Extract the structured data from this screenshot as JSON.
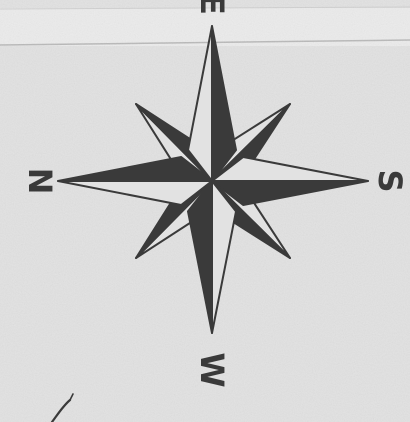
{
  "compass": {
    "north_label": "N",
    "east_label": "E",
    "south_label": "S",
    "west_label": "W"
  },
  "colors": {
    "paper": "#e2e2e2",
    "ink": "#3a3a3a",
    "fold_band": "#ececec"
  }
}
